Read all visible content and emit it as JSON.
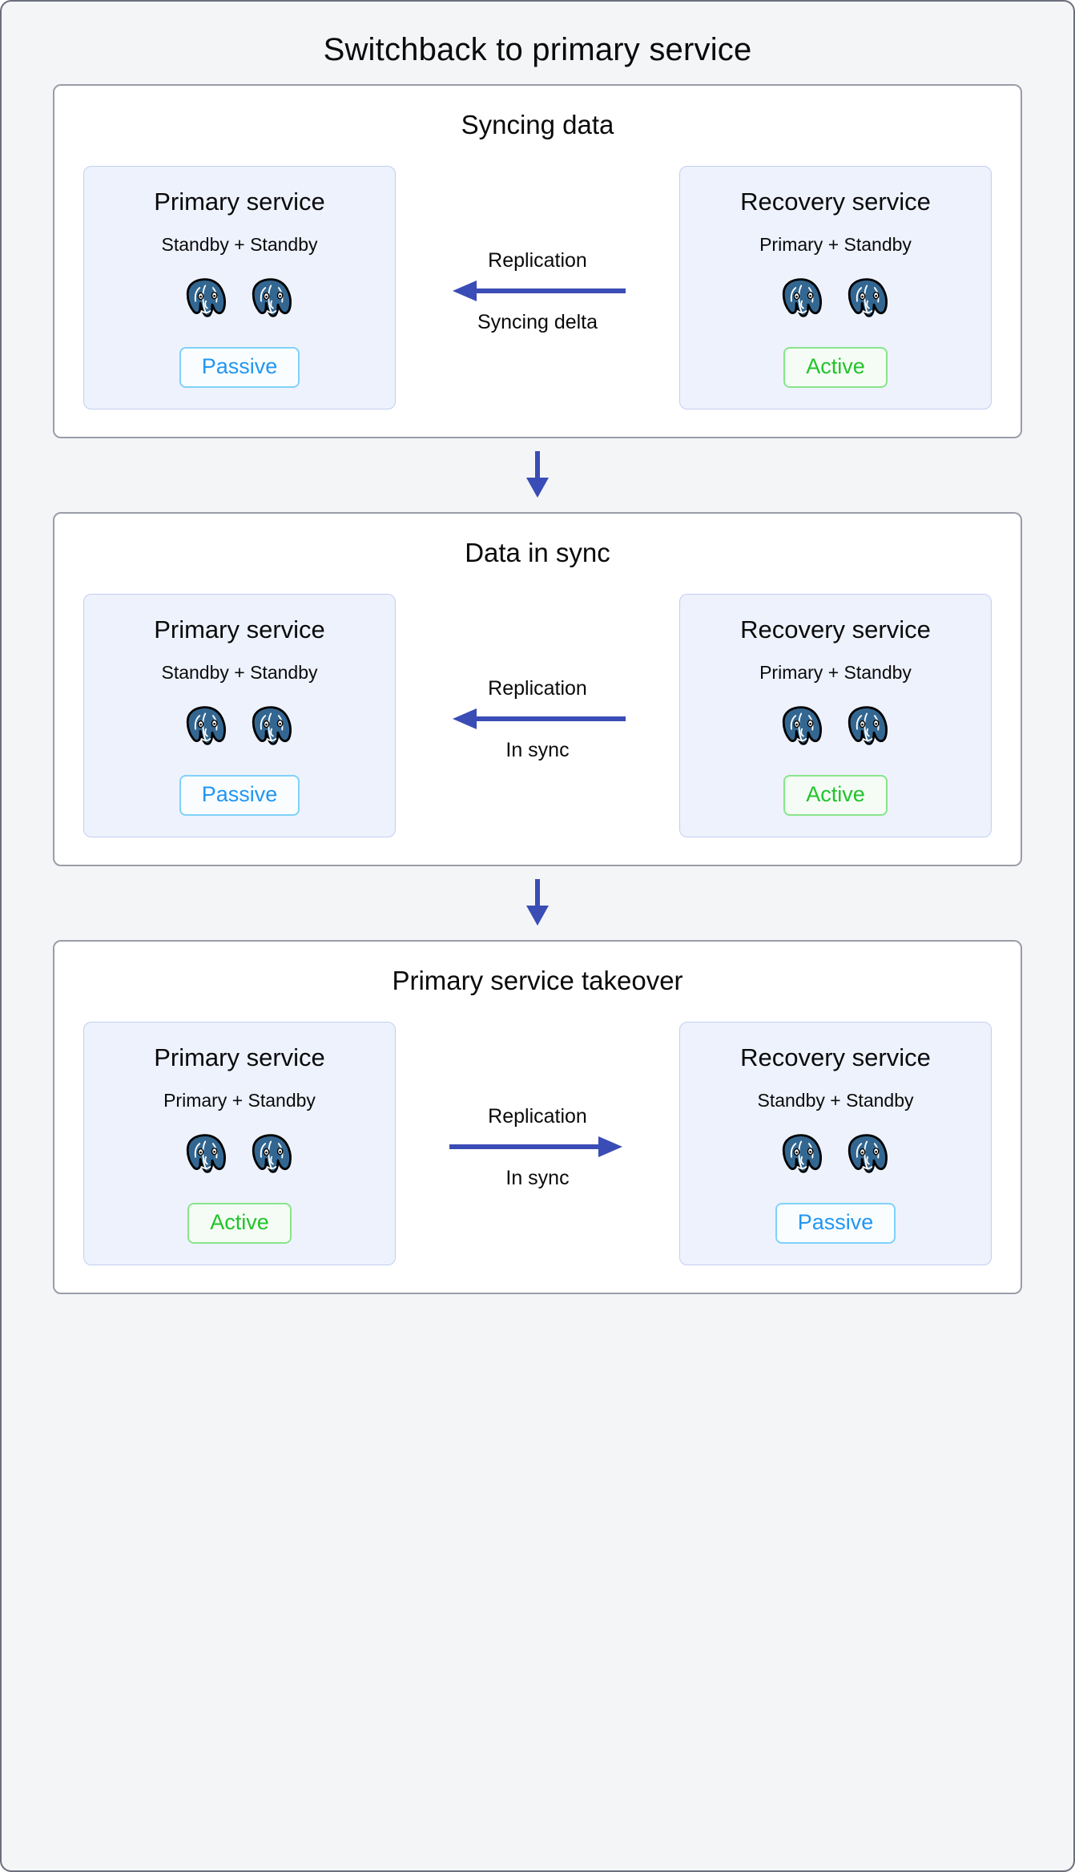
{
  "title": "Switchback to primary service",
  "colors": {
    "arrow": "#3a4cb5",
    "card_bg": "#eef2fd",
    "card_border": "#c3cff0",
    "panel_border": "#9a9da8",
    "canvas_bg": "#f4f5f7",
    "active_text": "#22c32b",
    "active_border": "#87e58b",
    "passive_text": "#2196f3",
    "passive_border": "#7fd2fa",
    "postgres_blue": "#336791"
  },
  "icons": {
    "node": "postgresql-elephant-icon",
    "replication_arrow_left": "arrow-left-icon",
    "replication_arrow_right": "arrow-right-icon",
    "stage_connector": "arrow-down-icon"
  },
  "stages": [
    {
      "id": "syncing-data",
      "title": "Syncing data",
      "left": {
        "id": "primary-service",
        "name": "Primary service",
        "roles": "Standby + Standby",
        "node_count": 2,
        "badge": "Passive",
        "badge_state": "passive"
      },
      "right": {
        "id": "recovery-service",
        "name": "Recovery service",
        "roles": "Primary + Standby",
        "node_count": 2,
        "badge": "Active",
        "badge_state": "active"
      },
      "link": {
        "label_top": "Replication",
        "label_bottom": "Syncing delta",
        "direction": "left"
      }
    },
    {
      "id": "data-in-sync",
      "title": "Data in sync",
      "left": {
        "id": "primary-service",
        "name": "Primary service",
        "roles": "Standby + Standby",
        "node_count": 2,
        "badge": "Passive",
        "badge_state": "passive"
      },
      "right": {
        "id": "recovery-service",
        "name": "Recovery service",
        "roles": "Primary + Standby",
        "node_count": 2,
        "badge": "Active",
        "badge_state": "active"
      },
      "link": {
        "label_top": "Replication",
        "label_bottom": "In sync",
        "direction": "left"
      }
    },
    {
      "id": "primary-service-takeover",
      "title": "Primary service takeover",
      "left": {
        "id": "primary-service",
        "name": "Primary service",
        "roles": "Primary + Standby",
        "node_count": 2,
        "badge": "Active",
        "badge_state": "active"
      },
      "right": {
        "id": "recovery-service",
        "name": "Recovery service",
        "roles": "Standby + Standby",
        "node_count": 2,
        "badge": "Passive",
        "badge_state": "passive"
      },
      "link": {
        "label_top": "Replication",
        "label_bottom": "In sync",
        "direction": "right"
      }
    }
  ]
}
